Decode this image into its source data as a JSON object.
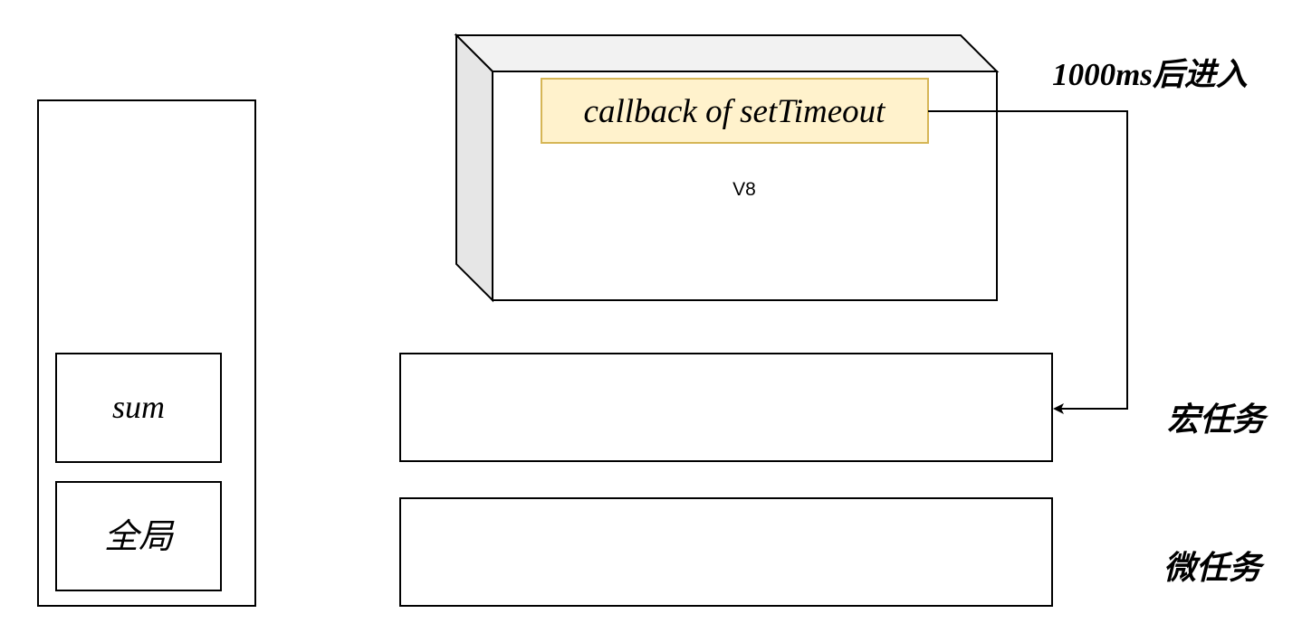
{
  "stack": {
    "frames": [
      "sum",
      "全局"
    ]
  },
  "v8": {
    "label": "V8",
    "callback": "callback of setTimeout",
    "callback_fill": "#fff2cc",
    "callback_stroke": "#d6b656"
  },
  "annotation": {
    "delay_value": "1000ms",
    "delay_suffix": "后进入"
  },
  "queues": {
    "macro_label": "宏任务",
    "micro_label": "微任务"
  }
}
